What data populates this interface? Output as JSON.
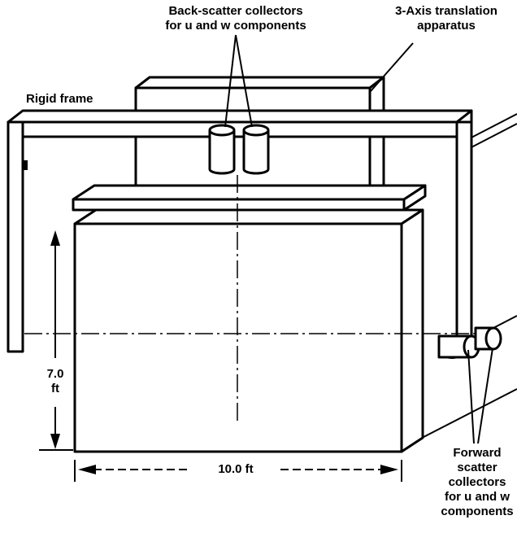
{
  "labels": {
    "back_scatter": "Back-scatter collectors\nfor u and w components",
    "translation": "3-Axis translation\napparatus",
    "rigid_frame": "Rigid frame",
    "height": "7.0\nft",
    "width": "10.0 ft",
    "forward_scatter": "Forward\nscatter\ncollectors\nfor u and w\ncomponents"
  }
}
